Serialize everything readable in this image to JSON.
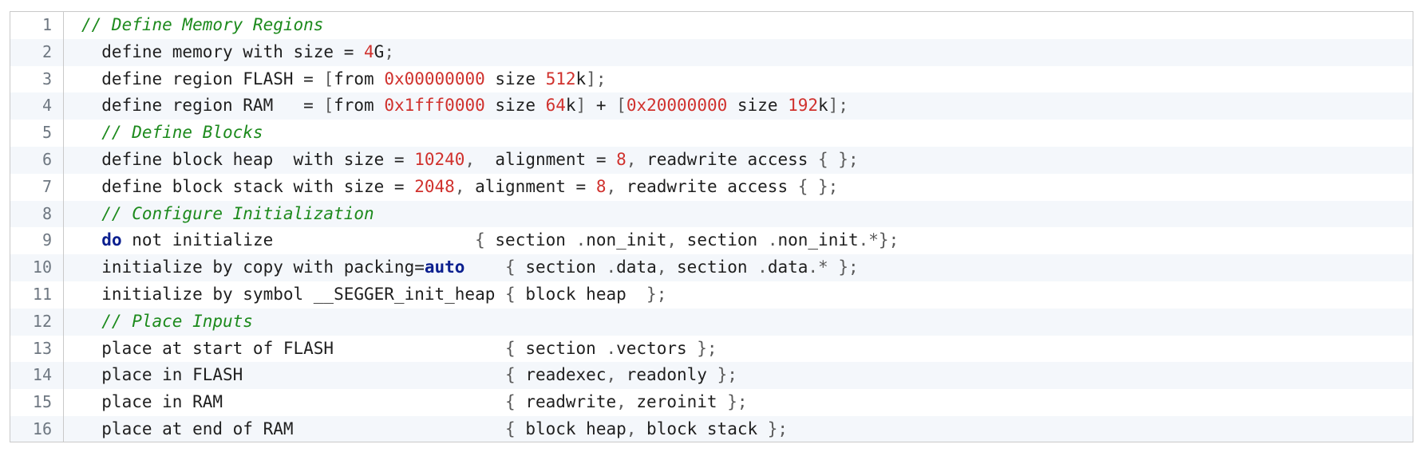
{
  "colors": {
    "comment": "#1c8a1c",
    "number": "#d0312d",
    "keyword": "#0b1f8f",
    "punctuation": "#5a5a5a",
    "text": "#1f1f1f",
    "line_number": "#6e7781",
    "stripe": "#f4f7fb",
    "border": "#c9c9c9"
  },
  "code": {
    "lines": [
      {
        "number": "1",
        "tokens": [
          {
            "t": "comment",
            "v": "// Define Memory Regions"
          }
        ]
      },
      {
        "number": "2",
        "tokens": [
          {
            "t": "plain",
            "v": "  define memory with size = "
          },
          {
            "t": "number",
            "v": "4"
          },
          {
            "t": "plain",
            "v": "G"
          },
          {
            "t": "punct",
            "v": ";"
          }
        ]
      },
      {
        "number": "3",
        "tokens": [
          {
            "t": "plain",
            "v": "  define region FLASH = "
          },
          {
            "t": "punct",
            "v": "["
          },
          {
            "t": "plain",
            "v": "from "
          },
          {
            "t": "number",
            "v": "0x00000000"
          },
          {
            "t": "plain",
            "v": " size "
          },
          {
            "t": "number",
            "v": "512"
          },
          {
            "t": "plain",
            "v": "k"
          },
          {
            "t": "punct",
            "v": "];"
          }
        ]
      },
      {
        "number": "4",
        "tokens": [
          {
            "t": "plain",
            "v": "  define region RAM   = "
          },
          {
            "t": "punct",
            "v": "["
          },
          {
            "t": "plain",
            "v": "from "
          },
          {
            "t": "number",
            "v": "0x1fff0000"
          },
          {
            "t": "plain",
            "v": " size "
          },
          {
            "t": "number",
            "v": "64"
          },
          {
            "t": "plain",
            "v": "k"
          },
          {
            "t": "punct",
            "v": "]"
          },
          {
            "t": "plain",
            "v": " + "
          },
          {
            "t": "punct",
            "v": "["
          },
          {
            "t": "number",
            "v": "0x20000000"
          },
          {
            "t": "plain",
            "v": " size "
          },
          {
            "t": "number",
            "v": "192"
          },
          {
            "t": "plain",
            "v": "k"
          },
          {
            "t": "punct",
            "v": "];"
          }
        ]
      },
      {
        "number": "5",
        "tokens": [
          {
            "t": "comment",
            "v": "  // Define Blocks"
          }
        ]
      },
      {
        "number": "6",
        "tokens": [
          {
            "t": "plain",
            "v": "  define block heap  with size = "
          },
          {
            "t": "number",
            "v": "10240"
          },
          {
            "t": "punct",
            "v": ","
          },
          {
            "t": "plain",
            "v": "  alignment = "
          },
          {
            "t": "number",
            "v": "8"
          },
          {
            "t": "punct",
            "v": ","
          },
          {
            "t": "plain",
            "v": " readwrite access "
          },
          {
            "t": "punct",
            "v": "{ };"
          }
        ]
      },
      {
        "number": "7",
        "tokens": [
          {
            "t": "plain",
            "v": "  define block stack with size = "
          },
          {
            "t": "number",
            "v": "2048"
          },
          {
            "t": "punct",
            "v": ","
          },
          {
            "t": "plain",
            "v": " alignment = "
          },
          {
            "t": "number",
            "v": "8"
          },
          {
            "t": "punct",
            "v": ","
          },
          {
            "t": "plain",
            "v": " readwrite access "
          },
          {
            "t": "punct",
            "v": "{ };"
          }
        ]
      },
      {
        "number": "8",
        "tokens": [
          {
            "t": "comment",
            "v": "  // Configure Initialization"
          }
        ]
      },
      {
        "number": "9",
        "tokens": [
          {
            "t": "plain",
            "v": "  "
          },
          {
            "t": "keyword",
            "v": "do"
          },
          {
            "t": "plain",
            "v": " not initialize                    "
          },
          {
            "t": "punct",
            "v": "{"
          },
          {
            "t": "plain",
            "v": " section "
          },
          {
            "t": "punct",
            "v": "."
          },
          {
            "t": "plain",
            "v": "non_init"
          },
          {
            "t": "punct",
            "v": ","
          },
          {
            "t": "plain",
            "v": " section "
          },
          {
            "t": "punct",
            "v": "."
          },
          {
            "t": "plain",
            "v": "non_init"
          },
          {
            "t": "punct",
            "v": ".*};"
          }
        ]
      },
      {
        "number": "10",
        "tokens": [
          {
            "t": "plain",
            "v": "  initialize by copy with packing="
          },
          {
            "t": "keyword",
            "v": "auto"
          },
          {
            "t": "plain",
            "v": "    "
          },
          {
            "t": "punct",
            "v": "{"
          },
          {
            "t": "plain",
            "v": " section "
          },
          {
            "t": "punct",
            "v": "."
          },
          {
            "t": "plain",
            "v": "data"
          },
          {
            "t": "punct",
            "v": ","
          },
          {
            "t": "plain",
            "v": " section "
          },
          {
            "t": "punct",
            "v": "."
          },
          {
            "t": "plain",
            "v": "data"
          },
          {
            "t": "punct",
            "v": ".* };"
          }
        ]
      },
      {
        "number": "11",
        "tokens": [
          {
            "t": "plain",
            "v": "  initialize by symbol __SEGGER_init_heap "
          },
          {
            "t": "punct",
            "v": "{"
          },
          {
            "t": "plain",
            "v": " block heap  "
          },
          {
            "t": "punct",
            "v": "};"
          }
        ]
      },
      {
        "number": "12",
        "tokens": [
          {
            "t": "comment",
            "v": "  // Place Inputs"
          }
        ]
      },
      {
        "number": "13",
        "tokens": [
          {
            "t": "plain",
            "v": "  place at start of FLASH                 "
          },
          {
            "t": "punct",
            "v": "{"
          },
          {
            "t": "plain",
            "v": " section "
          },
          {
            "t": "punct",
            "v": "."
          },
          {
            "t": "plain",
            "v": "vectors "
          },
          {
            "t": "punct",
            "v": "};"
          }
        ]
      },
      {
        "number": "14",
        "tokens": [
          {
            "t": "plain",
            "v": "  place in FLASH                          "
          },
          {
            "t": "punct",
            "v": "{"
          },
          {
            "t": "plain",
            "v": " readexec"
          },
          {
            "t": "punct",
            "v": ","
          },
          {
            "t": "plain",
            "v": " readonly "
          },
          {
            "t": "punct",
            "v": "};"
          }
        ]
      },
      {
        "number": "15",
        "tokens": [
          {
            "t": "plain",
            "v": "  place in RAM                            "
          },
          {
            "t": "punct",
            "v": "{"
          },
          {
            "t": "plain",
            "v": " readwrite"
          },
          {
            "t": "punct",
            "v": ","
          },
          {
            "t": "plain",
            "v": " zeroinit "
          },
          {
            "t": "punct",
            "v": "};"
          }
        ]
      },
      {
        "number": "16",
        "tokens": [
          {
            "t": "plain",
            "v": "  place at end of RAM                     "
          },
          {
            "t": "punct",
            "v": "{"
          },
          {
            "t": "plain",
            "v": " block heap"
          },
          {
            "t": "punct",
            "v": ","
          },
          {
            "t": "plain",
            "v": " block stack "
          },
          {
            "t": "punct",
            "v": "};"
          }
        ]
      }
    ]
  }
}
